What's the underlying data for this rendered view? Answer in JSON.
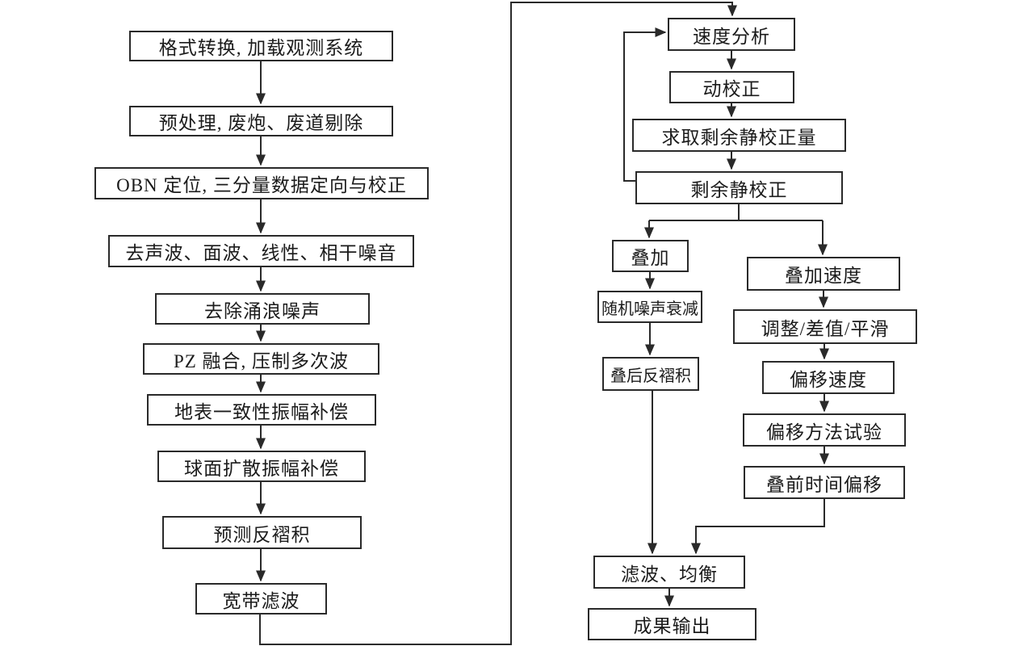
{
  "colors": {
    "line": "#2a2a2a",
    "box_border": "#2a2a2a",
    "box_fill": "#ffffff",
    "background": "#ffffff",
    "text": "#1b1b1b"
  },
  "flowchart": {
    "nodes": [
      {
        "id": "n0",
        "name": "format-conversion-load-geometry",
        "label": "格式转换, 加载观测系统"
      },
      {
        "id": "n1",
        "name": "preprocess-bad-shot-trace-removal",
        "label": "预处理, 废炮、废道剔除"
      },
      {
        "id": "n2",
        "name": "obn-positioning-3c-orientation-correction",
        "label": "OBN 定位, 三分量数据定向与校正"
      },
      {
        "id": "n3",
        "name": "remove-acoustic-surface-linear-coherent-noise",
        "label": "去声波、面波、线性、相干噪音"
      },
      {
        "id": "n4",
        "name": "swell-noise-removal",
        "label": "去除涌浪噪声"
      },
      {
        "id": "n5",
        "name": "pz-summation-multiple-suppression",
        "label": "PZ 融合, 压制多次波"
      },
      {
        "id": "n6",
        "name": "surface-consistent-amplitude-compensation",
        "label": "地表一致性振幅补偿"
      },
      {
        "id": "n7",
        "name": "spherical-divergence-amplitude-compensation",
        "label": "球面扩散振幅补偿"
      },
      {
        "id": "n8",
        "name": "predictive-deconvolution",
        "label": "预测反褶积"
      },
      {
        "id": "n9",
        "name": "broadband-filtering",
        "label": "宽带滤波"
      },
      {
        "id": "n10",
        "name": "velocity-analysis",
        "label": "速度分析"
      },
      {
        "id": "n11",
        "name": "nmo-correction",
        "label": "动校正"
      },
      {
        "id": "n12",
        "name": "residual-statics-estimation",
        "label": "求取剩余静校正量"
      },
      {
        "id": "n13",
        "name": "residual-statics",
        "label": "剩余静校正"
      },
      {
        "id": "n14",
        "name": "stack",
        "label": "叠加"
      },
      {
        "id": "n15",
        "name": "random-noise-attenuation",
        "label": "随机噪声衰减"
      },
      {
        "id": "n16",
        "name": "post-stack-deconvolution",
        "label": "叠后反褶积"
      },
      {
        "id": "n17",
        "name": "stacking-velocity",
        "label": "叠加速度"
      },
      {
        "id": "n18",
        "name": "adjust-interpolate-smooth",
        "label": "调整/差值/平滑"
      },
      {
        "id": "n19",
        "name": "migration-velocity",
        "label": "偏移速度"
      },
      {
        "id": "n20",
        "name": "migration-method-test",
        "label": "偏移方法试验"
      },
      {
        "id": "n21",
        "name": "prestack-time-migration",
        "label": "叠前时间偏移"
      },
      {
        "id": "n22",
        "name": "filtering-equalization",
        "label": "滤波、均衡"
      },
      {
        "id": "n23",
        "name": "result-output",
        "label": "成果输出"
      }
    ],
    "edges": [
      {
        "from": "n0",
        "to": "n1"
      },
      {
        "from": "n1",
        "to": "n2"
      },
      {
        "from": "n2",
        "to": "n3"
      },
      {
        "from": "n3",
        "to": "n4"
      },
      {
        "from": "n4",
        "to": "n5"
      },
      {
        "from": "n5",
        "to": "n6"
      },
      {
        "from": "n6",
        "to": "n7"
      },
      {
        "from": "n7",
        "to": "n8"
      },
      {
        "from": "n8",
        "to": "n9"
      },
      {
        "from": "n9",
        "to": "n10",
        "note": "long connector around bottom and top of figure"
      },
      {
        "from": "n10",
        "to": "n11"
      },
      {
        "from": "n11",
        "to": "n12"
      },
      {
        "from": "n12",
        "to": "n13"
      },
      {
        "from": "n13",
        "to": "n10",
        "note": "feedback loop on left side"
      },
      {
        "from": "n13",
        "to": "n14",
        "note": "branch split left"
      },
      {
        "from": "n13",
        "to": "n17",
        "note": "branch split right"
      },
      {
        "from": "n14",
        "to": "n15"
      },
      {
        "from": "n15",
        "to": "n16"
      },
      {
        "from": "n16",
        "to": "n22"
      },
      {
        "from": "n17",
        "to": "n18"
      },
      {
        "from": "n18",
        "to": "n19"
      },
      {
        "from": "n19",
        "to": "n20"
      },
      {
        "from": "n20",
        "to": "n21"
      },
      {
        "from": "n21",
        "to": "n22"
      },
      {
        "from": "n22",
        "to": "n23"
      }
    ]
  }
}
